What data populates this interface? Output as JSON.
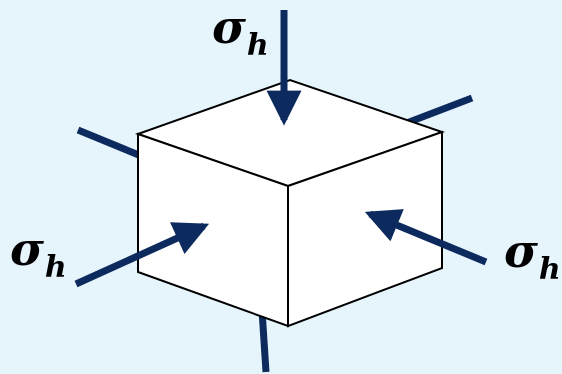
{
  "colors": {
    "background": "#e6f4fc",
    "arrow": "#0d2a5e",
    "cube_fill": "#ffffff",
    "cube_stroke": "#000000"
  },
  "labels": {
    "top": {
      "symbol": "σ",
      "subscript": "h"
    },
    "left": {
      "symbol": "σ",
      "subscript": "h"
    },
    "right": {
      "symbol": "σ",
      "subscript": "h"
    }
  }
}
